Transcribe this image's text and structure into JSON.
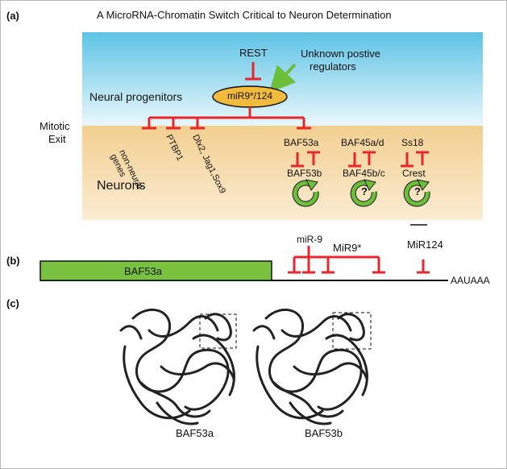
{
  "panel_a": {
    "label": "(a)",
    "title": "A MicroRNA-Chromatin Switch Critical to Neuron Determination",
    "rest": "REST",
    "unknown_regulators": [
      "Unknown postive",
      "regulators"
    ],
    "mirna_node": "miR9*/124",
    "neural_progenitors": "Neural progenitors",
    "mitotic_exit": [
      "Mitotic",
      "Exit"
    ],
    "targets": [
      "non-neural genes",
      "PTBP1",
      "Dlx2, Jag1,Sox9"
    ],
    "non_neural_lines": [
      "non-neural",
      "genes"
    ],
    "baf_pairs": [
      {
        "top": "BAF53a",
        "bottom": "BAF53b",
        "cycle_mark": ""
      },
      {
        "top": "BAF45a/d",
        "bottom": "BAF45b/c",
        "cycle_mark": "?"
      },
      {
        "top": "Ss18",
        "bottom": "Crest",
        "cycle_mark": "?"
      }
    ],
    "neurons": "Neurons",
    "colors": {
      "red": "#e8262b",
      "green_arrow": "#6cbf3a",
      "node_fill": "#f3bb3c",
      "sky_top": "#5cc3e6",
      "sand": "#f5d6a0"
    }
  },
  "panel_b": {
    "label": "(b)",
    "gene": "BAF53a",
    "mir9": "miR-9",
    "mir9_star": "MiR9*",
    "mir124": "MiR124",
    "polya": "AAUAAA",
    "colors": {
      "gene_fill": "#79c23f"
    }
  },
  "panel_c": {
    "label": "(c)",
    "structures": [
      "BAF53a",
      "BAF53b"
    ]
  }
}
